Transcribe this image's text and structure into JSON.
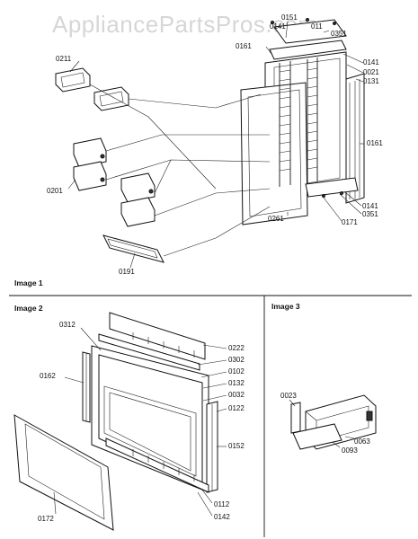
{
  "watermark": "AppliancePartsPros.com",
  "sections": {
    "image1": "Image 1",
    "image2": "Image 2",
    "image3": "Image 3"
  },
  "labels1": {
    "l0151": "0151",
    "l0141a": "0141",
    "l0011": "011",
    "l0351a": "0351",
    "l0161a": "0161",
    "l0141b": "0141",
    "l0021": "0021",
    "l0131": "0131",
    "l0211": "0211",
    "l0161b": "0161",
    "l0201": "0201",
    "l0141c": "0141",
    "l0351b": "0351",
    "l0261": "0261",
    "l0171": "0171",
    "l0191": "0191"
  },
  "labels2": {
    "l0312": "0312",
    "l0222": "0222",
    "l0302": "0302",
    "l0102": "0102",
    "l0162": "0162",
    "l0132": "0132",
    "l0032": "0032",
    "l0122": "0122",
    "l0152": "0152",
    "l0172": "0172",
    "l0112": "0112",
    "l0142": "0142"
  },
  "labels3": {
    "l0023": "0023",
    "l0063": "0063",
    "l0093": "0093"
  }
}
